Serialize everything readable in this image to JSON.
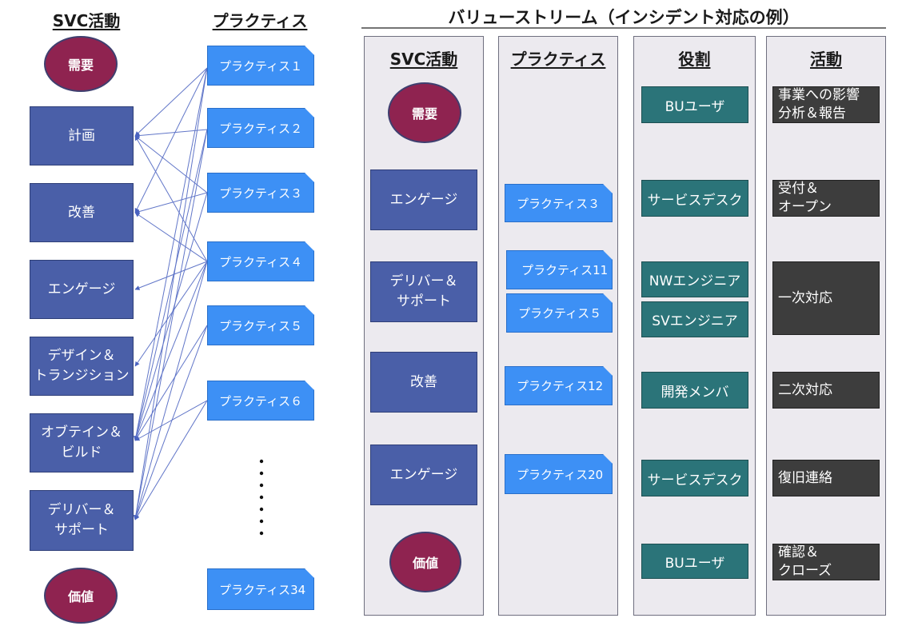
{
  "left": {
    "svc_header": "SVC活動",
    "practice_header": "プラクティス",
    "demand": "需要",
    "value": "価値",
    "activities": [
      "計画",
      "改善",
      "エンゲージ",
      "デザイン＆\nトランジション",
      "オブテイン＆\nビルド",
      "デリバー＆\nサポート"
    ],
    "practices": [
      "プラクティス１",
      "プラクティス２",
      "プラクティス３",
      "プラクティス４",
      "プラクティス５",
      "プラクティス６",
      "プラクティス34"
    ]
  },
  "right": {
    "title": "バリューストリーム（インシデント対応の例）",
    "col_svc": "SVC活動",
    "col_practice": "プラクティス",
    "col_role": "役割",
    "col_activity": "活動",
    "svc": {
      "demand": "需要",
      "value": "価値",
      "steps": [
        "エンゲージ",
        "デリバー＆\nサポート",
        "改善",
        "エンゲージ"
      ]
    },
    "practices": [
      "プラクティス３",
      "プラクティス11",
      "プラクティス５",
      "プラクティス12",
      "プラクティス20"
    ],
    "roles": [
      "BUユーザ",
      "サービスデスク",
      "NWエンジニア",
      "SVエンジニア",
      "開発メンバ",
      "サービスデスク",
      "BUユーザ"
    ],
    "tasks": [
      "事業への影響\n分析＆報告",
      "受付＆\nオープン",
      "一次対応",
      "二次対応",
      "復旧連絡",
      "確認＆\nクローズ"
    ]
  },
  "colors": {
    "activity_box": "#4a5fa8",
    "practice_box": "#3d90f5",
    "circle": "#8f2350",
    "role_box": "#2b7479",
    "task_box": "#3d3d3d",
    "column_bg": "#eceaef",
    "connector": "#5a6fc0"
  }
}
